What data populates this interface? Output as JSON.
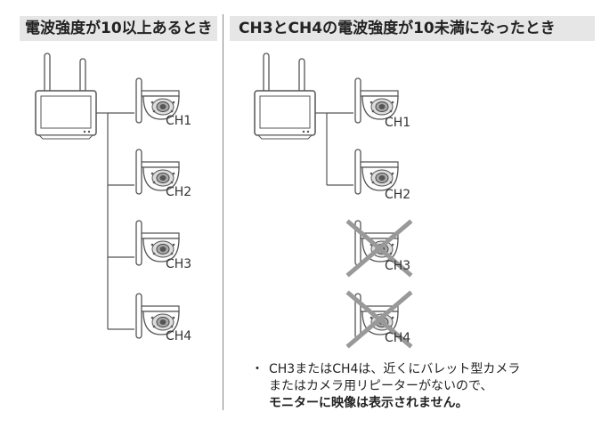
{
  "headers": {
    "left": "電波強度が10以上あるとき",
    "right": "CH3とCH4の電波強度が10未満になったとき"
  },
  "channels": {
    "left": [
      "CH1",
      "CH2",
      "CH3",
      "CH4"
    ],
    "right": [
      "CH1",
      "CH2",
      "CH3",
      "CH4"
    ]
  },
  "note": {
    "bullet": "・",
    "line1": "CH3またはCH4は、近くにバレット型カメラ",
    "line2": "またはカメラ用リピーターがないので、",
    "line3": "モニターに映像は表示されません。"
  },
  "colors": {
    "line": "#555555",
    "cross": "#999999",
    "header_bg": "#e6e6e6"
  },
  "icons": [
    "monitor-icon",
    "dome-camera-icon",
    "cross-mark-icon"
  ]
}
